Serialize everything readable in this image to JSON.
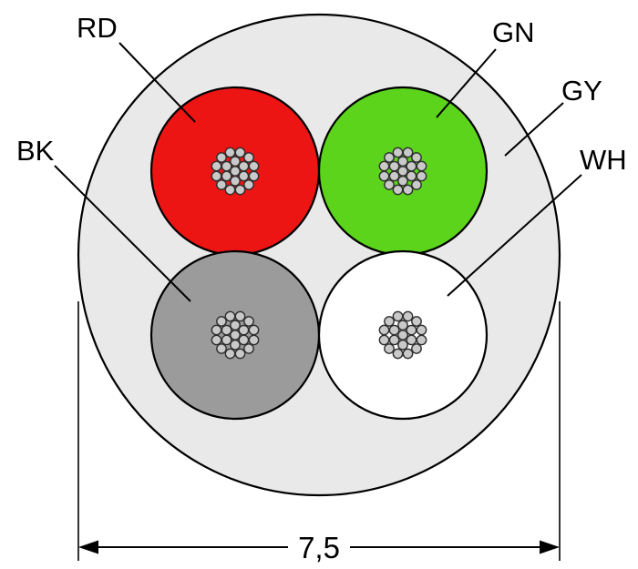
{
  "diagram": {
    "type": "cable-cross-section",
    "labels": {
      "rd": "RD",
      "gn": "GN",
      "gy": "GY",
      "wh": "WH",
      "bk": "BK"
    },
    "dimension": {
      "value": "7,5"
    },
    "colors": {
      "rd": "#ed1414",
      "gn": "#5cd41c",
      "bk": "#9b9b9b",
      "wh": "#ffffff",
      "jacket": "#e9e9e9"
    },
    "conductors": [
      {
        "label": "RD"
      },
      {
        "label": "GN"
      },
      {
        "label": "BK"
      },
      {
        "label": "WH"
      }
    ]
  }
}
